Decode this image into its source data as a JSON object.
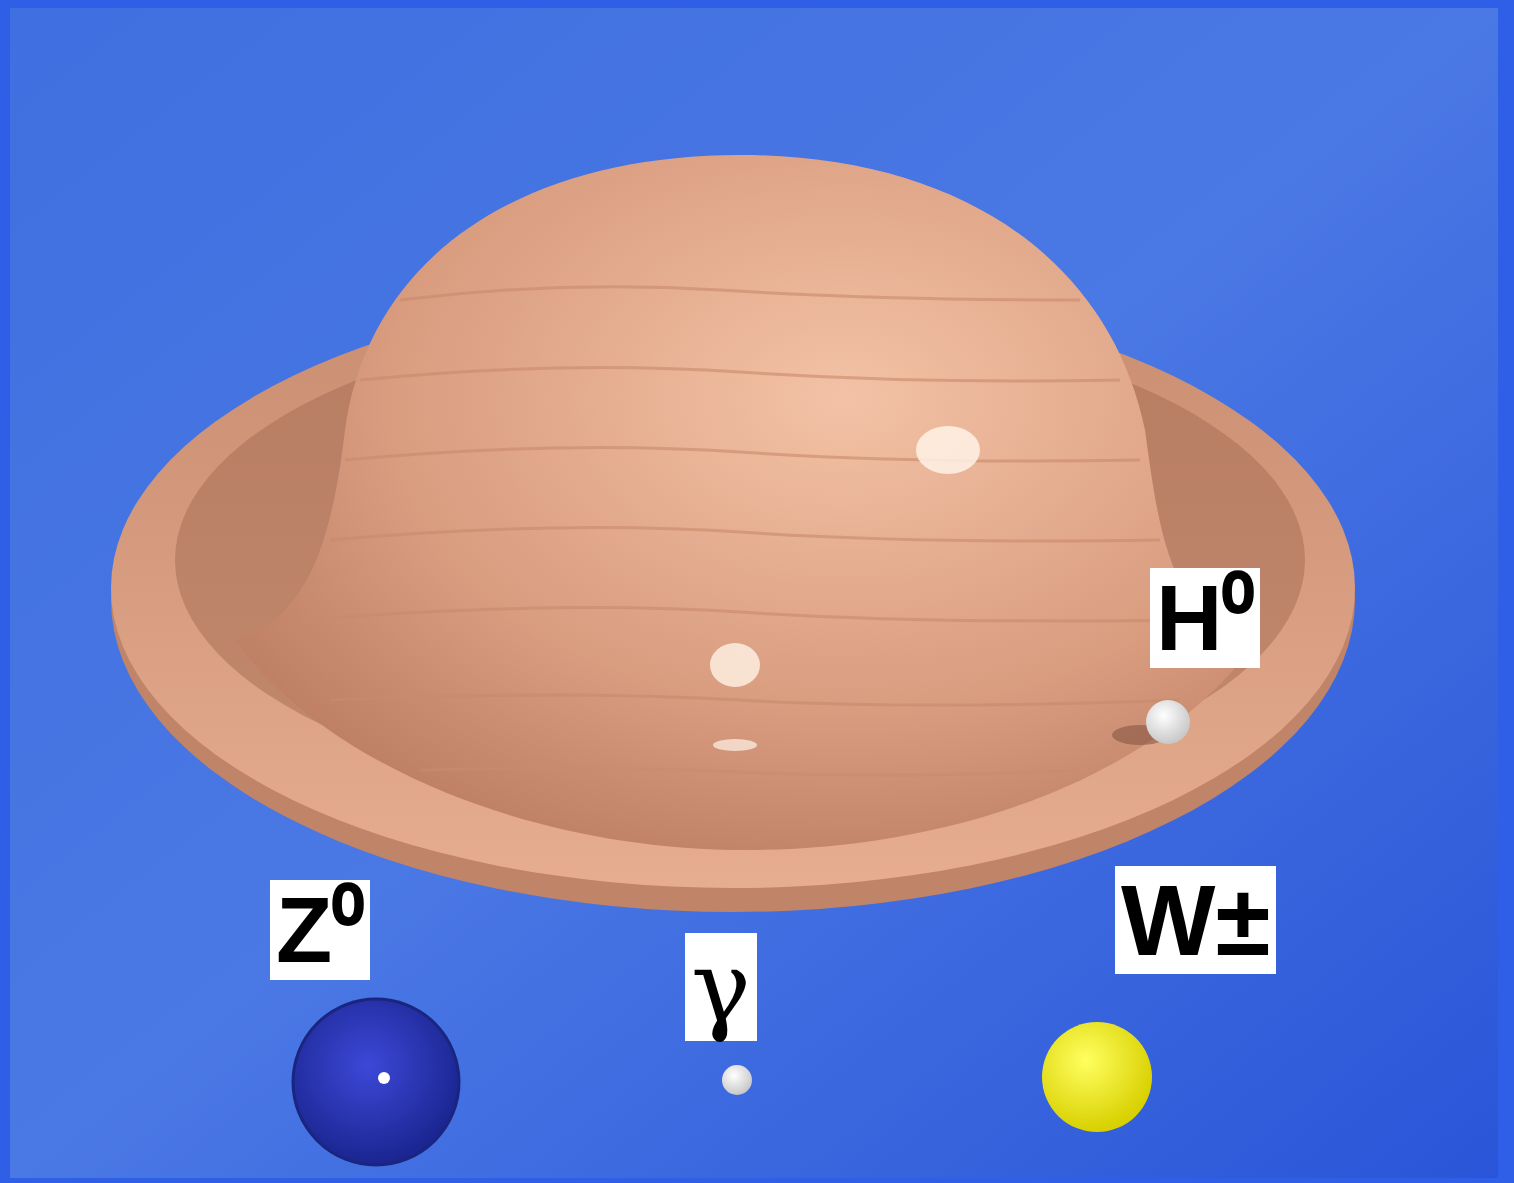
{
  "diagram": {
    "labels": [
      "H⁰",
      "Z⁰",
      "γ",
      "W±"
    ]
  }
}
